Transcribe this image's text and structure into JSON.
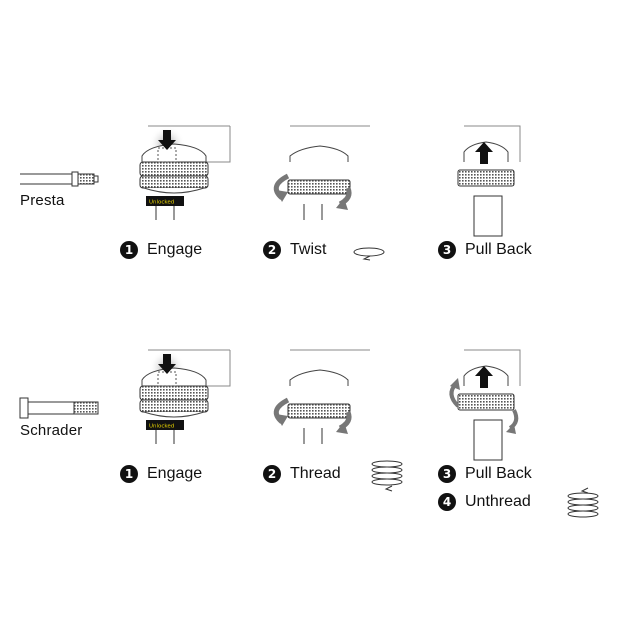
{
  "valves": [
    {
      "name": "Presta",
      "steps": [
        {
          "num": "1",
          "label": "Engage"
        },
        {
          "num": "2",
          "label": "Twist"
        },
        {
          "num": "3",
          "label": "Pull Back"
        }
      ]
    },
    {
      "name": "Schrader",
      "steps": [
        {
          "num": "1",
          "label": "Engage"
        },
        {
          "num": "2",
          "label": "Thread"
        },
        {
          "num": "3",
          "label": "Pull Back"
        },
        {
          "num": "4",
          "label": "Unthread"
        }
      ]
    }
  ],
  "indicator": "Unlocked",
  "colors": {
    "ink": "#111111",
    "arrow_gray": "#777777",
    "indicator_text": "#e8d300",
    "indicator_bg": "#111111"
  }
}
